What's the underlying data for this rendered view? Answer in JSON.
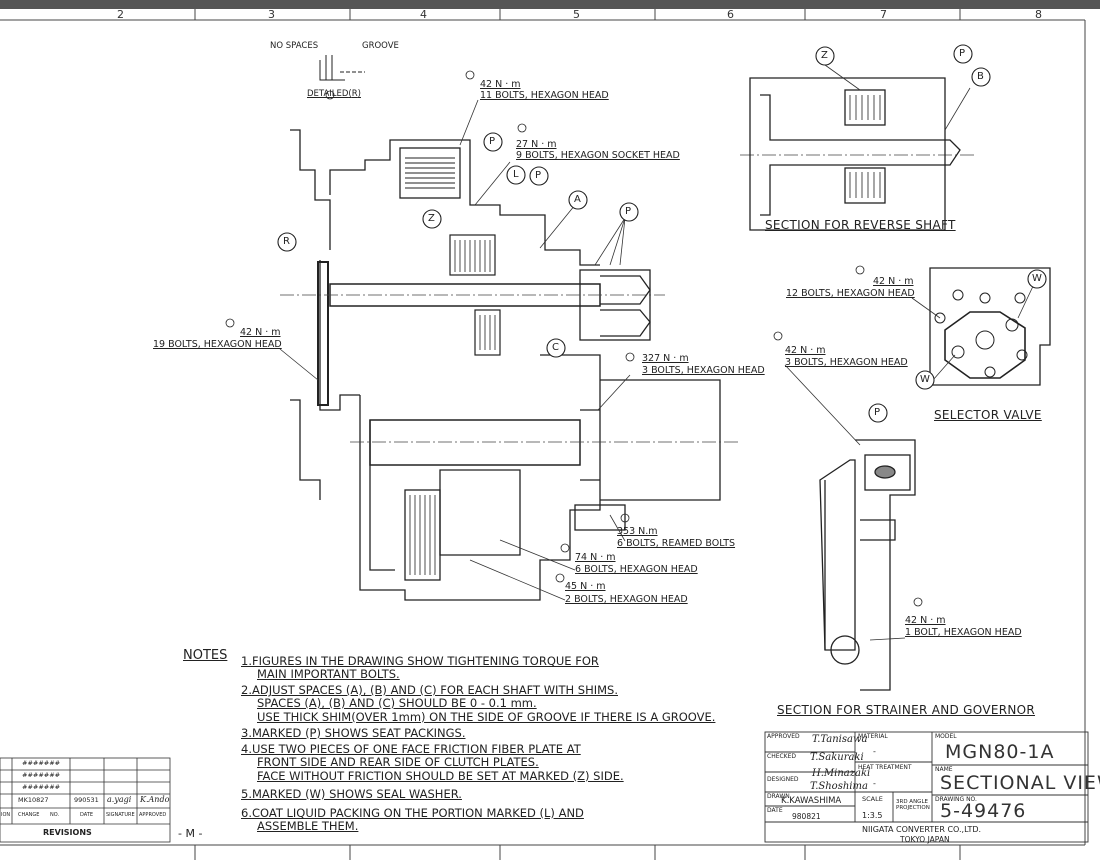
{
  "column_numbers": [
    "2",
    "3",
    "4",
    "5",
    "6",
    "7",
    "8"
  ],
  "detail": {
    "no_spaces": "NO SPACES",
    "groove": "GROOVE",
    "detailed": "DETAILED",
    "detailed_mark": "R"
  },
  "torque_labels": [
    {
      "torque": "42 N · m",
      "desc": "11 BOLTS, HEXAGON HEAD"
    },
    {
      "torque": "27 N · m",
      "desc": "9 BOLTS, HEXAGON SOCKET HEAD"
    },
    {
      "torque": "42 N · m",
      "desc": "19 BOLTS, HEXAGON HEAD"
    },
    {
      "torque": "327 N · m",
      "desc": "3 BOLTS, HEXAGON HEAD"
    },
    {
      "torque": "353 N.m",
      "desc": "6 BOLTS,  REAMED BOLTS"
    },
    {
      "torque": "74 N · m",
      "desc": "6 BOLTS, HEXAGON HEAD"
    },
    {
      "torque": "45 N · m",
      "desc": "2 BOLTS, HEXAGON HEAD"
    },
    {
      "torque": "42 N · m",
      "desc": "12 BOLTS, HEXAGON HEAD"
    },
    {
      "torque": "42 N · m",
      "desc": "3 BOLTS, HEXAGON HEAD"
    },
    {
      "torque": "42 N · m",
      "desc": "1 BOLT, HEXAGON HEAD"
    }
  ],
  "callouts": [
    "P",
    "L",
    "P",
    "A",
    "P",
    "Z",
    "R",
    "C",
    "Z",
    "P",
    "B",
    "W",
    "W",
    "P"
  ],
  "sections": {
    "reverse_shaft": "SECTION FOR REVERSE SHAFT",
    "selector_valve": "SELECTOR VALVE",
    "strainer": "SECTION FOR STRAINER AND GOVERNOR"
  },
  "notes": {
    "heading": "NOTES",
    "lines": [
      "1.FIGURES IN THE DRAWING SHOW TIGHTENING TORQUE FOR",
      "MAIN IMPORTANT BOLTS.",
      "2.ADJUST SPACES (A), (B) AND (C) FOR EACH SHAFT WITH SHIMS.",
      "SPACES (A), (B) AND (C) SHOULD BE 0 - 0.1 mm.",
      "USE THICK SHIM(OVER 1mm) ON THE SIDE OF GROOVE IF THERE IS A GROOVE.",
      "3.MARKED (P) SHOWS SEAT PACKINGS.",
      "4.USE TWO PIECES OF ONE FACE FRICTION FIBER PLATE AT",
      "FRONT SIDE AND REAR SIDE OF CLUTCH PLATES.",
      "FACE WITHOUT FRICTION SHOULD BE SET AT MARKED (Z) SIDE.",
      "5.MARKED (W) SHOWS SEAL WASHER.",
      "6.COAT LIQUID PACKING ON THE PORTION MARKED (L) AND",
      "ASSEMBLE THEM."
    ]
  },
  "title_block": {
    "approved": "APPROVED",
    "checked": "CHECKED",
    "designed": "DESIGNED",
    "drawn": "DRAWN",
    "drawn_by": "K.KAWASHIMA",
    "date": "DATE",
    "date_value": "980821",
    "material": "MATERIAL",
    "material_value": "-",
    "heat_treatment": "HEAT TREATMENT",
    "heat_value": "-",
    "scale": "SCALE",
    "scale_value": "1:3.5",
    "projection": "3RD ANGLE PROJECTION",
    "model": "MODEL",
    "model_value": "MGN80-1A",
    "name": "NAME",
    "name_value": "SECTIONAL VIEW",
    "drawing_no": "DRAWING NO.",
    "drawing_no_value": "5-49476",
    "company": "NIIGATA CONVERTER CO.,LTD.",
    "location": "TOKYO JAPAN",
    "signatures": [
      "T.Tanisawa",
      "T.Sakuraki",
      "H.Minazaki",
      "T.Shoshima"
    ]
  },
  "revisions": {
    "title": "REVISIONS",
    "rows": [
      [
        "#######"
      ],
      [
        "#######"
      ],
      [
        "#######"
      ],
      [
        "MK10827",
        "990531",
        "a.yagi",
        "K.Ando"
      ]
    ],
    "headers": [
      "ION",
      "CHANGE",
      "NO.",
      "DATE",
      "SIGNATURE",
      "APPROVED"
    ],
    "sheet_mark": "- M -"
  }
}
